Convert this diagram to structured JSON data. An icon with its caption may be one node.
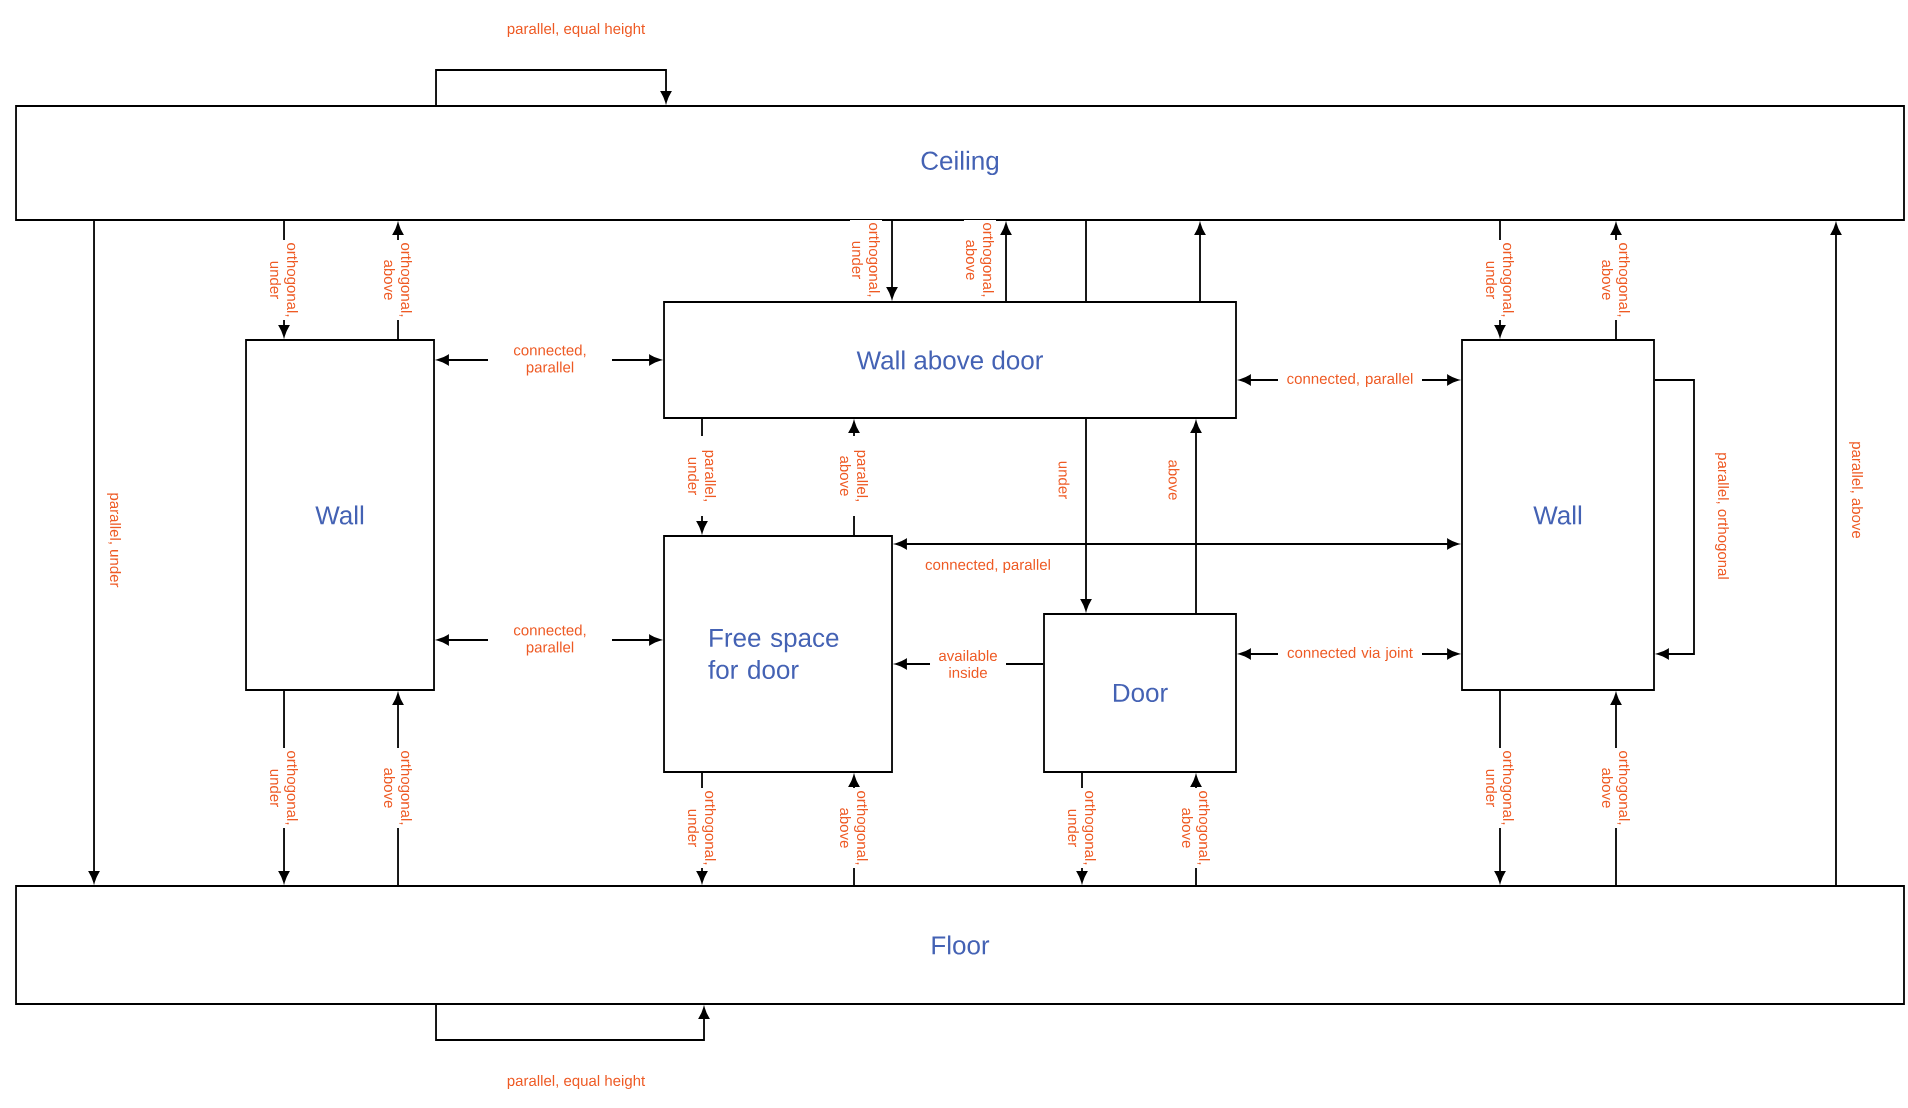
{
  "diagram": {
    "nodes": [
      {
        "text": [
          "Ceiling"
        ]
      },
      {
        "text": [
          "Wall"
        ]
      },
      {
        "text": [
          "Wall above door"
        ]
      },
      {
        "text": [
          "Wall"
        ]
      },
      {
        "text": [
          "Free space for door"
        ]
      },
      {
        "text": [
          "Door"
        ]
      },
      {
        "text": [
          "Floor"
        ]
      }
    ],
    "edges": [
      {
        "from": 0,
        "to": 0,
        "arrow": "to",
        "label": "parallel, equal height"
      },
      {
        "from": 6,
        "to": 6,
        "arrow": "to",
        "label": "parallel, equal height"
      },
      {
        "from": 0,
        "to": 6,
        "arrow": "to",
        "label": "parallel, under"
      },
      {
        "from": 6,
        "to": 0,
        "arrow": "to",
        "label": "parallel, above"
      },
      {
        "from": 0,
        "to": 1,
        "arrow": "to",
        "label": "orthogonal, under"
      },
      {
        "from": 1,
        "to": 0,
        "arrow": "to",
        "label": "orthogonal, above"
      },
      {
        "from": 1,
        "to": 2,
        "arrow": "both",
        "label": "connected, parallel"
      },
      {
        "from": 1,
        "to": 4,
        "arrow": "both",
        "label": "connected, parallel"
      },
      {
        "from": 1,
        "to": 6,
        "arrow": "to",
        "label": "orthogonal, under"
      },
      {
        "from": 6,
        "to": 1,
        "arrow": "to",
        "label": "orthogonal, above"
      },
      {
        "from": 0,
        "to": 2,
        "arrow": "to",
        "label": "orthogonal, under"
      },
      {
        "from": 2,
        "to": 0,
        "arrow": "to",
        "label": "orthogonal, above"
      },
      {
        "from": 2,
        "to": 4,
        "arrow": "to",
        "label": "parallel, under"
      },
      {
        "from": 4,
        "to": 2,
        "arrow": "to",
        "label": "parallel, above"
      },
      {
        "from": 2,
        "to": 5,
        "arrow": "to",
        "label": "under"
      },
      {
        "from": 5,
        "to": 2,
        "arrow": "to",
        "label": "above"
      },
      {
        "from": 2,
        "to": 0,
        "arrow": "to"
      },
      {
        "from": 4,
        "to": 3,
        "arrow": "both",
        "label": "connected, parallel"
      },
      {
        "from": 5,
        "to": 4,
        "arrow": "to",
        "label": "available inside"
      },
      {
        "from": 5,
        "to": 3,
        "arrow": "both",
        "label": "connected via joint"
      },
      {
        "from": 2,
        "to": 3,
        "arrow": "both",
        "label": "connected, parallel"
      },
      {
        "from": 0,
        "to": 3,
        "arrow": "to",
        "label": "orthogonal, under"
      },
      {
        "from": 3,
        "to": 0,
        "arrow": "to",
        "label": "orthogonal, above"
      },
      {
        "from": 3,
        "to": 3,
        "arrow": "to",
        "label": "parallel, orthogonal"
      },
      {
        "from": 3,
        "to": 6,
        "arrow": "to",
        "label": "orthogonal, under"
      },
      {
        "from": 6,
        "to": 3,
        "arrow": "to",
        "label": "orthogonal, above"
      },
      {
        "from": 4,
        "to": 6,
        "arrow": "to",
        "label": "orthogonal, under"
      },
      {
        "from": 6,
        "to": 4,
        "arrow": "to",
        "label": "orthogonal, above"
      },
      {
        "from": 5,
        "to": 6,
        "arrow": "to",
        "label": "orthogonal, under"
      },
      {
        "from": 6,
        "to": 5,
        "arrow": "to",
        "label": "orthogonal, above"
      },
      {
        "from": 0,
        "to": 2,
        "arrow": "none"
      }
    ]
  }
}
